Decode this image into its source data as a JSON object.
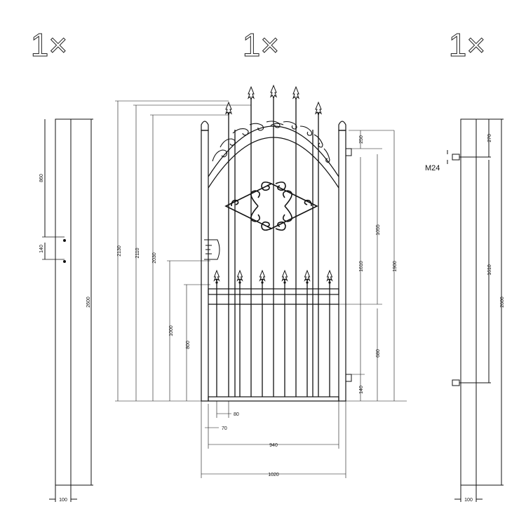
{
  "quantities": {
    "left_post": "1×",
    "gate": "1×",
    "right_post": "1×"
  },
  "left_post": {
    "dims": {
      "top": "860",
      "holes": "140",
      "height": "2600",
      "width": "100"
    }
  },
  "gate": {
    "dims": {
      "h2130": "2130",
      "h2110": "2110",
      "h2030": "2030",
      "h1000": "1000",
      "h800": "800",
      "d250": "250",
      "d1055": "1055",
      "d1610": "1610",
      "d1900": "1900",
      "d680": "680",
      "d140": "140",
      "w80": "80",
      "w70": "70",
      "w940": "940",
      "w1020": "1020"
    }
  },
  "right_post": {
    "label": "M24",
    "dims": {
      "top": "270",
      "spacing": "1610",
      "height": "2600",
      "width": "100"
    }
  }
}
